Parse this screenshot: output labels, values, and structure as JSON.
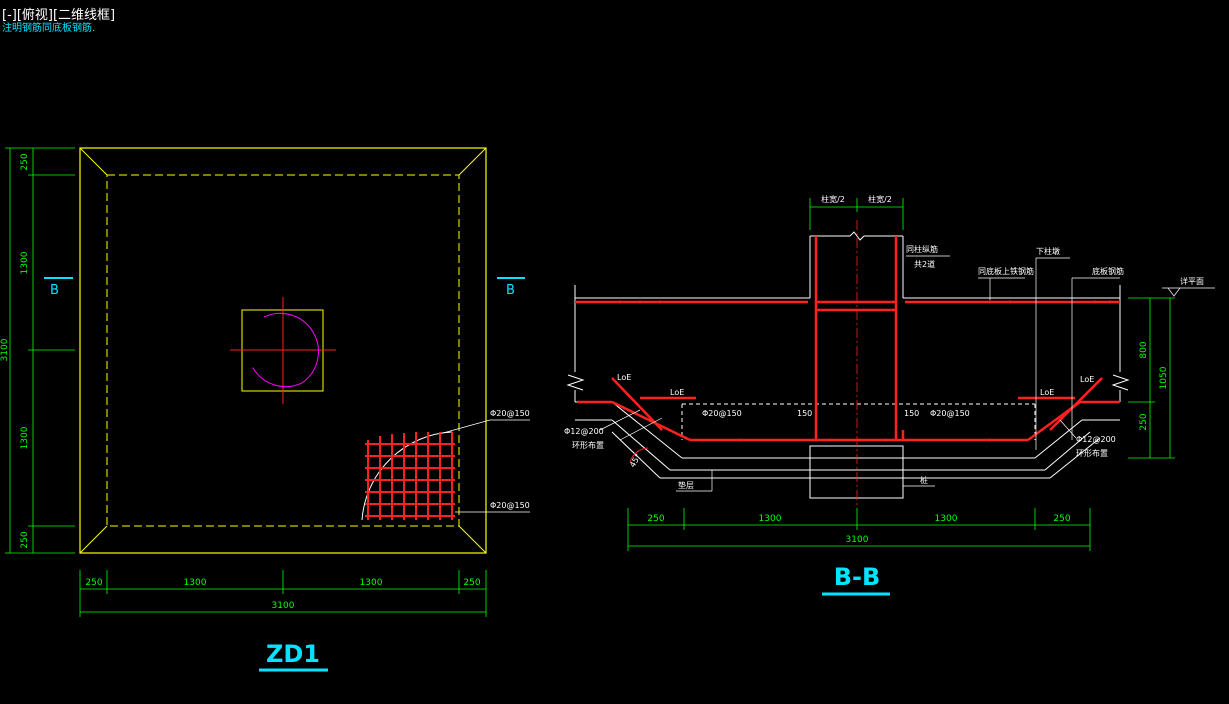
{
  "viewport_label": "[-][俯视][二维线框]",
  "note": "注明钢筋同底板钢筋.",
  "plan": {
    "title": "ZD1",
    "section_marker": "B",
    "rebar_label_top": "Φ20@150",
    "rebar_label_bottom": "Φ20@150",
    "vertical_dims": [
      "250",
      "1300",
      "1300",
      "250"
    ],
    "vertical_total": "3100",
    "horizontal_dims": [
      "250",
      "1300",
      "1300",
      "250"
    ],
    "horizontal_total": "3100"
  },
  "section": {
    "title": "B-B",
    "col_half_left": "柱宽/2",
    "col_half_right": "柱宽/2",
    "note_column_bars": "同柱纵筋",
    "note_column_bars2": "共2道",
    "note_slab_top": "同底板上铁钢筋",
    "note_lower_column": "下柱墩",
    "note_slab_bars": "底板钢筋",
    "note_level": "详平面",
    "loe_labels": [
      "LoE",
      "LoE",
      "LoE",
      "LoE"
    ],
    "rebar_left": "Φ20@150",
    "rebar_right": "Φ20@150",
    "dim_150_left": "150",
    "dim_150_right": "150",
    "hoop_left": "Φ12@200",
    "hoop_left_note": "环形布置",
    "hoop_right": "Φ12@200",
    "hoop_right_note": "环形布置",
    "angle": "45°",
    "cushion": "垫层",
    "pile": "桩",
    "right_dims": [
      "800",
      "250"
    ],
    "right_total": "1050",
    "bottom_dims": [
      "250",
      "1300",
      "1300",
      "250"
    ],
    "bottom_total": "3100"
  },
  "colors": {
    "bg": "#000000",
    "dim": "#00ff00",
    "outline": "#ffff00",
    "rebar": "#ff2020",
    "label": "#00e5ff",
    "arc": "#ff00ff"
  }
}
